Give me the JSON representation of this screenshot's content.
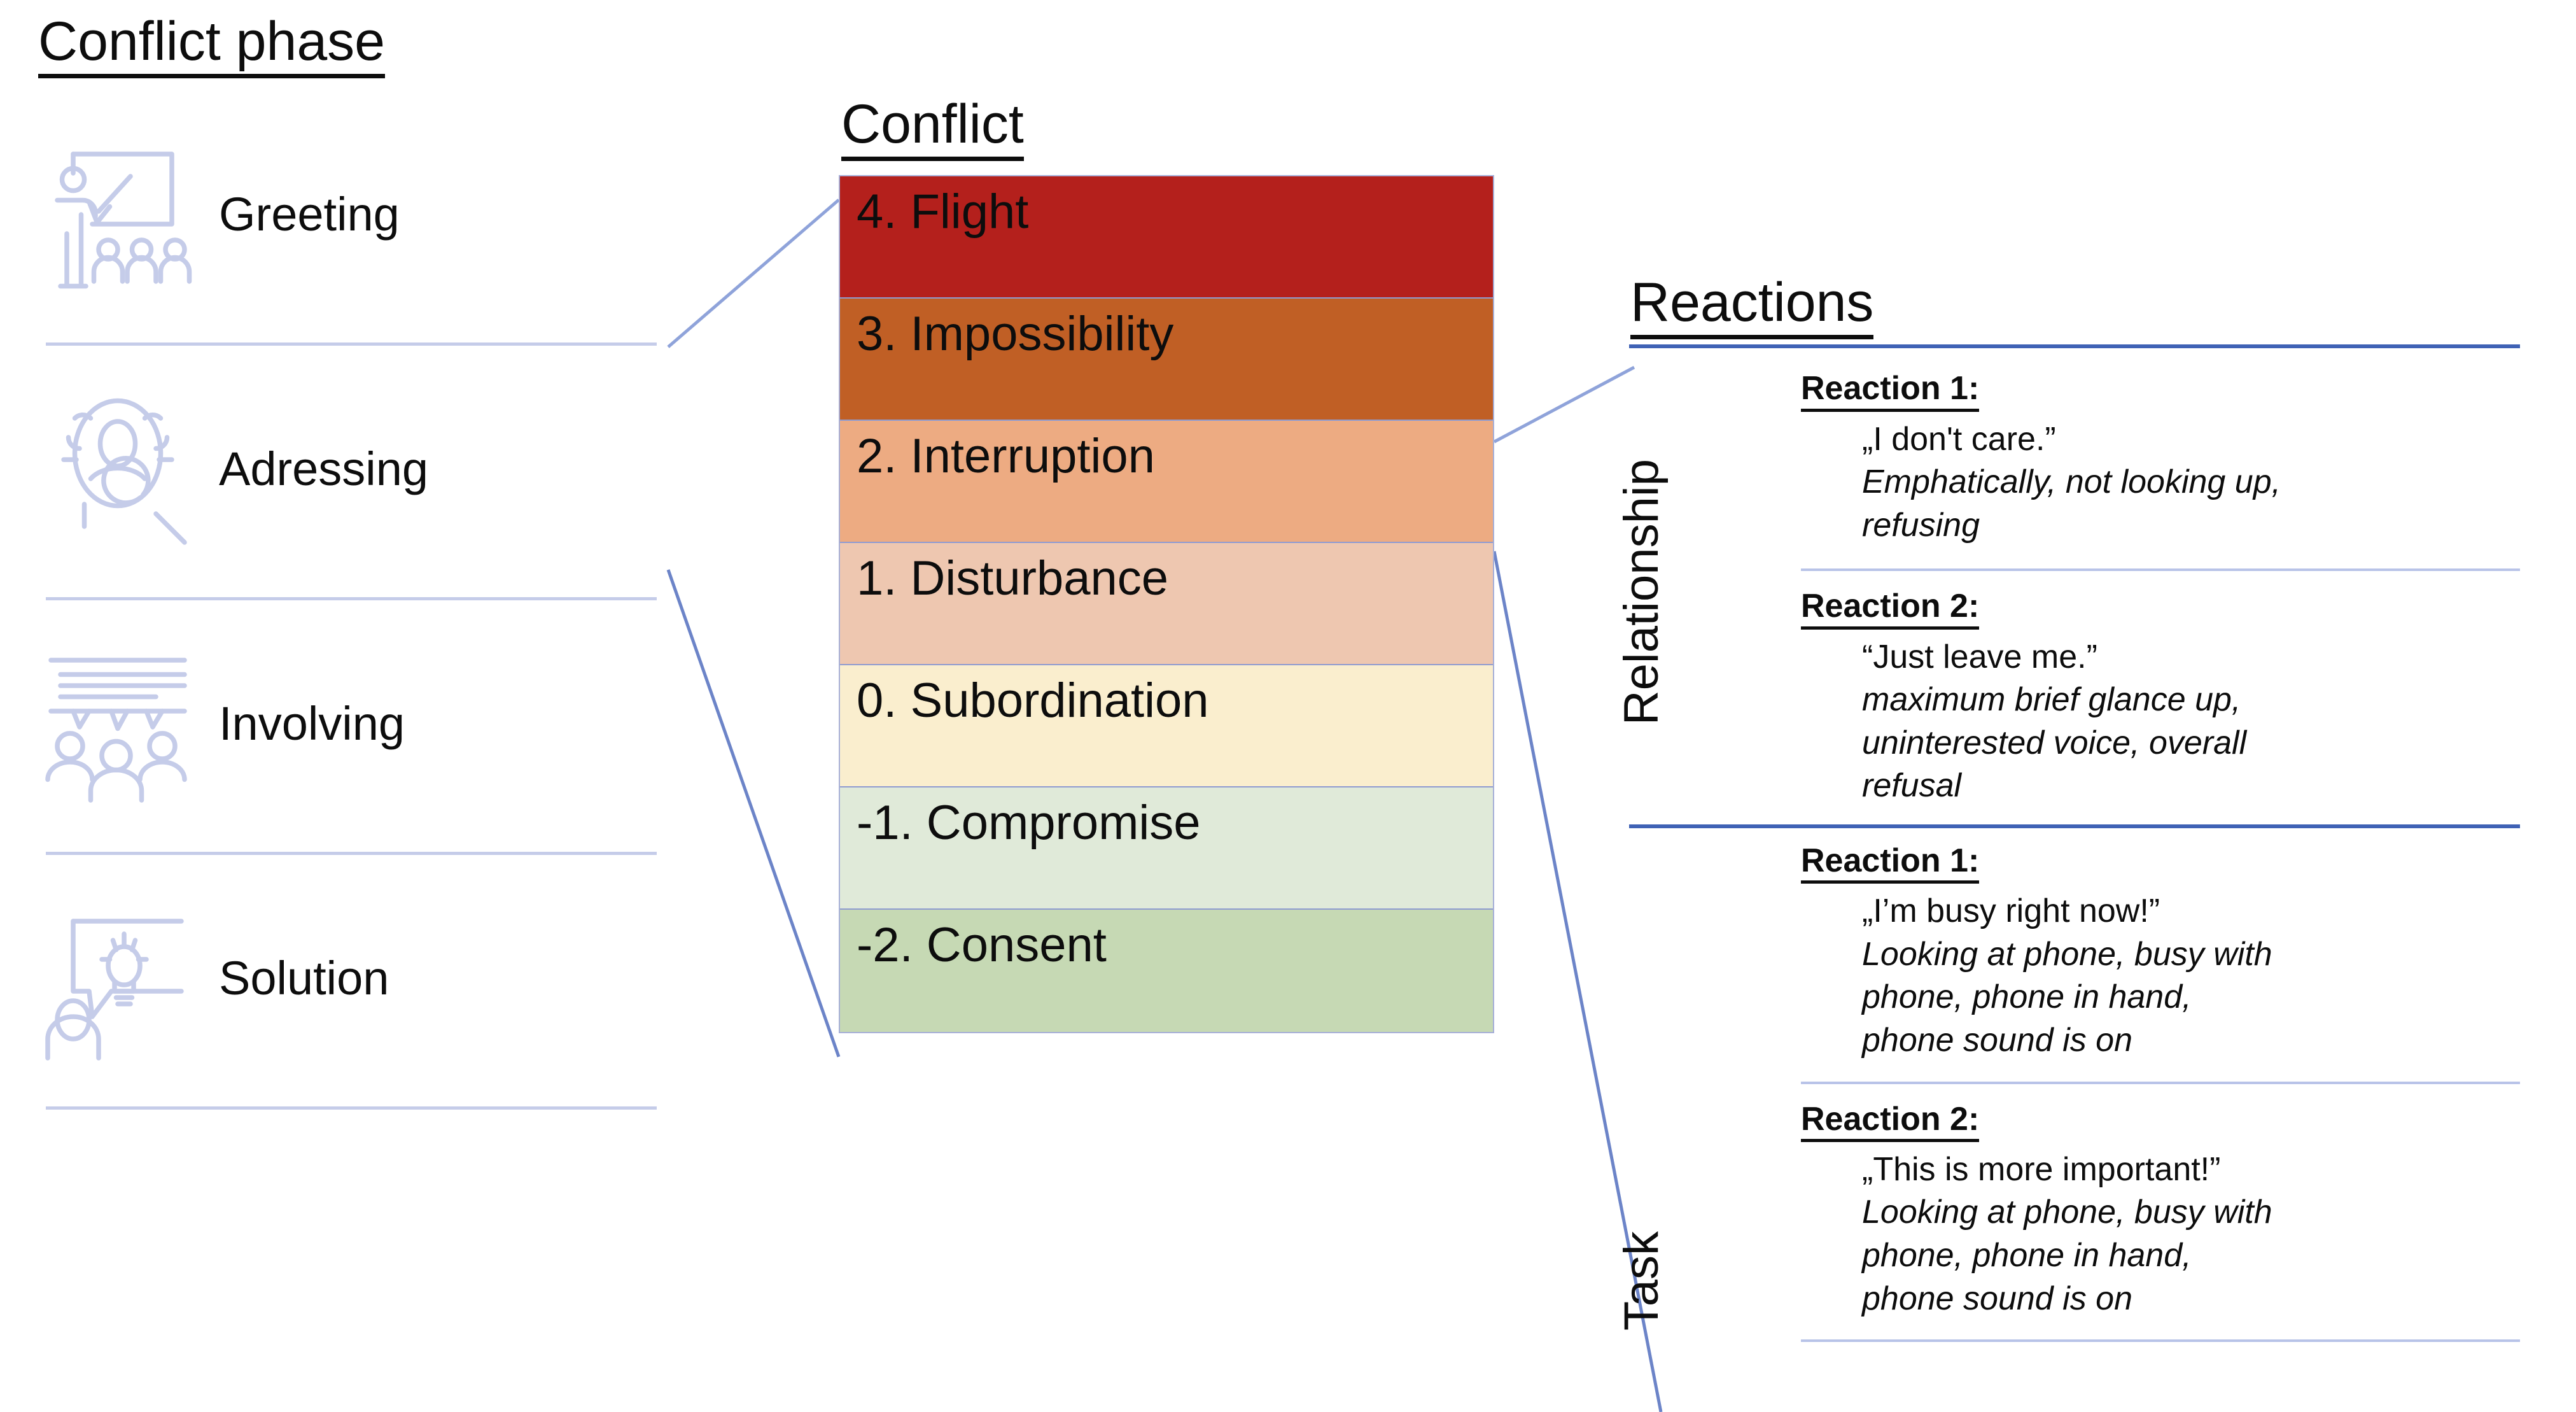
{
  "phase_panel": {
    "title": "Conflict phase",
    "items": [
      {
        "label": "Greeting",
        "icon": "presentation-audience-icon"
      },
      {
        "label": "Adressing",
        "icon": "person-magnifier-icon"
      },
      {
        "label": "Involving",
        "icon": "discussion-group-icon"
      },
      {
        "label": "Solution",
        "icon": "person-lightbulb-speech-icon"
      }
    ]
  },
  "conflict_panel": {
    "title": "Conflict",
    "levels": [
      {
        "label": "4. Flight",
        "value": 4,
        "color": "#b4201c"
      },
      {
        "label": "3. Impossibility",
        "value": 3,
        "color": "#c05f25"
      },
      {
        "label": "2. Interruption",
        "value": 2,
        "color": "#edab82"
      },
      {
        "label": "1. Disturbance",
        "value": 1,
        "color": "#eec7b0"
      },
      {
        "label": "0. Subordination",
        "value": 0,
        "color": "#faeece"
      },
      {
        "label": "-1. Compromise",
        "value": -1,
        "color": "#e0ead9"
      },
      {
        "label": "-2. Consent",
        "value": -2,
        "color": "#c6d9b4"
      }
    ]
  },
  "reactions_panel": {
    "title": "Reactions",
    "groups": [
      {
        "axis_label": "Relationship",
        "reactions": [
          {
            "title": "Reaction 1:",
            "quote": "„I don't care.”",
            "description": "Emphatically, not looking up,\nrefusing"
          },
          {
            "title": "Reaction 2:",
            "quote": "“Just leave me.”",
            "description": "maximum brief glance up,\nuninterested voice, overall\nrefusal"
          }
        ]
      },
      {
        "axis_label": "Task",
        "reactions": [
          {
            "title": "Reaction 1:",
            "quote": "„I’m busy right now!”",
            "description": "Looking at phone, busy with\nphone, phone in hand,\nphone sound is on"
          },
          {
            "title": "Reaction 2:",
            "quote": "„This is more important!”",
            "description": "Looking at phone, busy with\nphone, phone in hand,\nphone sound is on"
          }
        ]
      }
    ]
  },
  "colors": {
    "icon_line": "#c5cce9",
    "divider_light": "#c5cce9",
    "divider_accent": "#3f62b5",
    "connector": "#6c84c8",
    "text": "#0d0d0d"
  }
}
